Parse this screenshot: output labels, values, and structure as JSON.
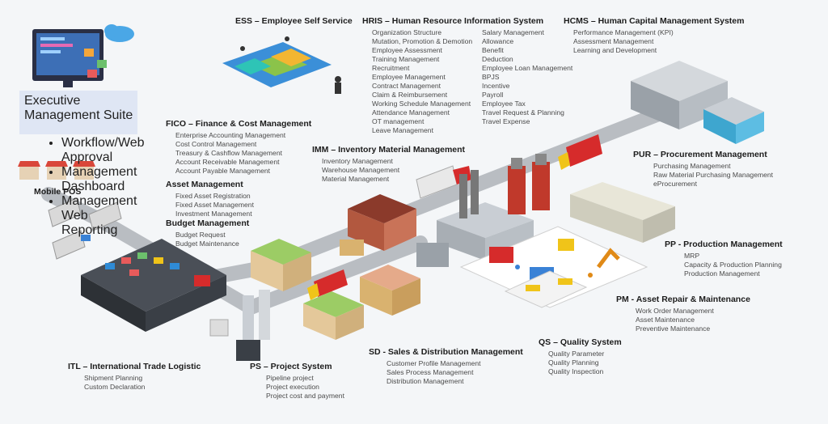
{
  "modules": {
    "ems": {
      "title": "Executive Management Suite",
      "items": [
        "Workflow/Web Approval",
        "Management Dashboard",
        "Management Web Reporting"
      ]
    },
    "mobile_pos": {
      "title": "Mobile POS"
    },
    "ess": {
      "title": "ESS – Employee Self Service"
    },
    "hris": {
      "title": "HRIS – Human Resource Information System",
      "items_left": [
        "Organization Structure",
        "Mutation, Promotion & Demotion",
        "Employee Assessment",
        "Training Management",
        "Recruitment",
        "Employee Management",
        "Contract Management",
        "Claim & Reimbursement",
        "Working Schedule Management",
        "Attendance Management",
        "OT management",
        "Leave Management"
      ],
      "items_right": [
        "Salary Management",
        "Allowance",
        "Benefit",
        "Deduction",
        "Employee Loan Management",
        "BPJS",
        "Incentive",
        "Payroll",
        "Employee Tax",
        "Travel Request & Planning",
        "Travel Expense"
      ]
    },
    "hcms": {
      "title": "HCMS – Human Capital Management System",
      "items": [
        "Performance Management (KPI)",
        "Assessment Management",
        "Learning and Development"
      ]
    },
    "fico": {
      "title": "FICO – Finance & Cost Management",
      "items": [
        "Enterprise Accounting Management",
        "Cost Control Management",
        "Treasury & Cashflow Management",
        "Account Receivable Management",
        "Account Payable Management"
      ]
    },
    "asset": {
      "title": "Asset Management",
      "items": [
        "Fixed Asset Registration",
        "Fixed Asset Management",
        "Investment Management"
      ]
    },
    "budget": {
      "title": "Budget Management",
      "items": [
        "Budget Request",
        "Budget Maintenance"
      ]
    },
    "imm": {
      "title": "IMM – Inventory Material Management",
      "items": [
        "Inventory Management",
        "Warehouse Management",
        "Material Management"
      ]
    },
    "pur": {
      "title": "PUR – Procurement Management",
      "items": [
        "Purchasing Management",
        "Raw Material Purchasing Management",
        "eProcurement"
      ]
    },
    "pp": {
      "title": "PP - Production Management",
      "items": [
        "MRP",
        "Capacity & Production Planning",
        "Production Management"
      ]
    },
    "pm": {
      "title": "PM - Asset Repair & Maintenance",
      "items": [
        "Work Order Management",
        "Asset Maintenance",
        "Preventive Maintenance"
      ]
    },
    "qs": {
      "title": "QS – Quality System",
      "items": [
        "Quality Parameter",
        "Quality Planning",
        "Quality Inspection"
      ]
    },
    "sd": {
      "title": "SD - Sales & Distribution Management",
      "items": [
        "Customer Profile Management",
        "Sales Process Management",
        "Distribution Management"
      ]
    },
    "ps": {
      "title": "PS – Project System",
      "items": [
        "Pipeline project",
        "Project execution",
        "Project cost and payment"
      ]
    },
    "itl": {
      "title": "ITL – International Trade Logistic",
      "items": [
        "Shipment Planning",
        "Custom Declaration"
      ]
    }
  },
  "colors": {
    "road": "#b9bdc2",
    "roof_red": "#c0392b",
    "roof_green": "#9ccc65",
    "truck_red": "#d62b2b",
    "panel_blue": "#dfe6f4",
    "building_grey": "#c9ced4",
    "brick": "#b2583f"
  }
}
